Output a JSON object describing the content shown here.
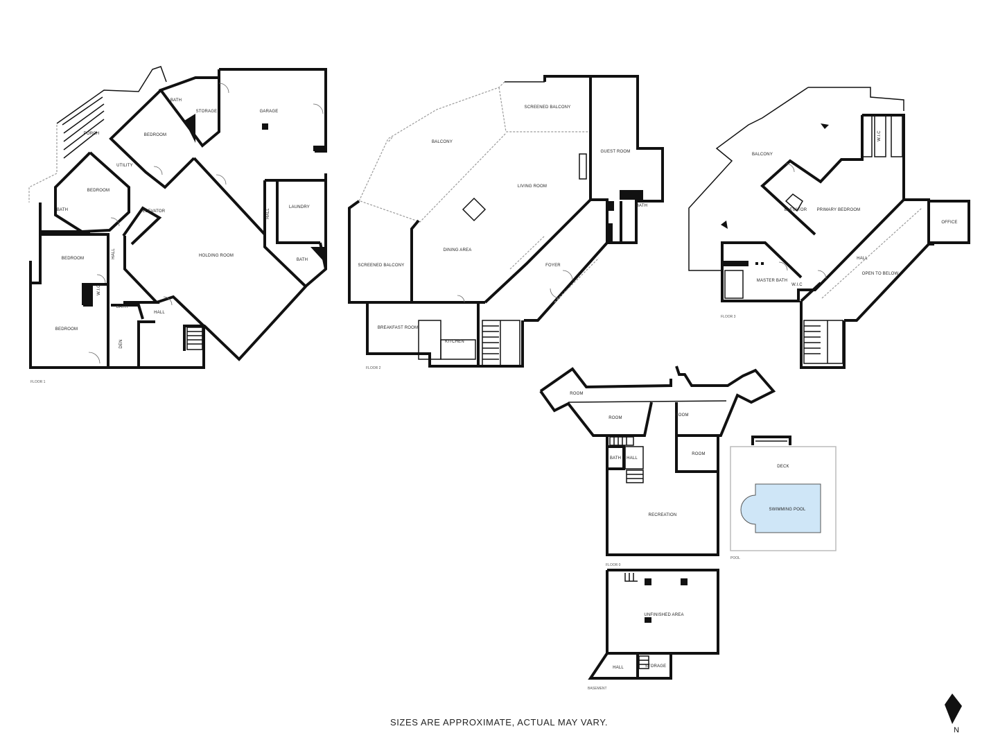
{
  "disclaimer": "SIZES ARE APPROXIMATE, ACTUAL MAY VARY.",
  "north_label": "N",
  "pool_color": "#cfe6f7",
  "floors": {
    "floor1": {
      "name": "FLOOR 1",
      "rooms": {
        "porch": "PORCH",
        "bath_top": "BATH",
        "storage": "STORAGE",
        "garage": "GARAGE",
        "bedroom_a": "BEDROOM",
        "utility": "UTILITY",
        "bedroom_b": "BEDROOM",
        "bath_left": "BATH",
        "elevator": "ELEVATOR",
        "hall_a": "HALL",
        "laundry": "LAUNDRY",
        "bath_right": "BATH",
        "bedroom_c": "BEDROOM",
        "hall_b": "HALL",
        "great_room": "HOLDING ROOM",
        "wic": "W.I.C",
        "bath_mid": "BATH",
        "hall_c": "HALL",
        "den": "DEN",
        "bedroom_main": "BEDROOM"
      }
    },
    "floor2": {
      "name": "FLOOR 2",
      "rooms": {
        "screened_balcony_top": "SCREENED BALCONY",
        "balcony": "BALCONY",
        "guest_room": "GUEST ROOM",
        "living_room": "LIVING ROOM",
        "bath": "BATH",
        "dining_area": "DINING AREA",
        "screened_balcony_left": "SCREENED BALCONY",
        "foyer": "FOYER",
        "breakfast_room": "BREAKFAST ROOM",
        "kitchen": "KITCHEN"
      }
    },
    "floor3": {
      "name": "FLOOR 3",
      "rooms": {
        "balcony": "BALCONY",
        "wic": "W.I.C",
        "elevator": "ELEVATOR",
        "primary_bedroom": "PRIMARY BEDROOM",
        "office": "OFFICE",
        "master_bath": "MASTER BATH",
        "wic_b": "W.I.C",
        "hall": "HALL",
        "open_to_below": "OPEN TO BELOW"
      }
    },
    "lower_level": {
      "name": "FLOOR 0",
      "rooms": {
        "room_a": "ROOM",
        "room_b": "ROOM",
        "room_c": "ROOM",
        "room_d": "ROOM",
        "bath": "BATH",
        "stair": "HALL",
        "recreation": "RECREATION"
      }
    },
    "pool_deck": {
      "name": "POOL",
      "rooms": {
        "deck": "DECK",
        "pool": "SWIMMING POOL"
      }
    },
    "basement": {
      "name": "BASEMENT",
      "rooms": {
        "unfinished": "UNFINISHED AREA",
        "hall": "HALL",
        "storage": "STORAGE"
      }
    }
  }
}
